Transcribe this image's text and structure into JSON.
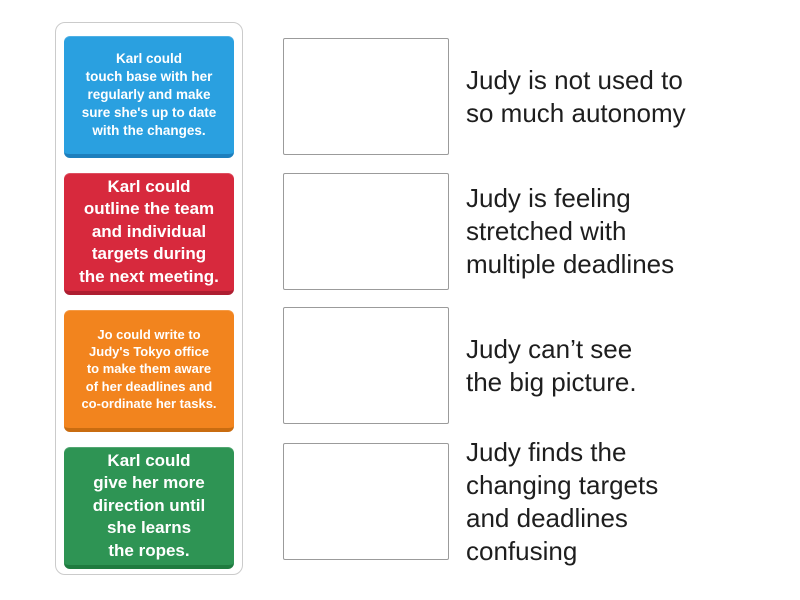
{
  "activity": {
    "type": "match-up"
  },
  "colors": {
    "panel_border": "#cbcbcb",
    "dropzone_border": "#9b9b9b",
    "answer_text": "#1e1e1e",
    "card_text": "#ffffff"
  },
  "pairs": [
    {
      "card_text": "Karl could\ntouch base with her\nregularly and make\nsure she's up to date\nwith the changes.",
      "card_color": "#2aa0e0",
      "card_color_dark": "#1d7fbd",
      "answer_text": "Judy is not used to\nso much autonomy"
    },
    {
      "card_text": "Karl could\noutline the team\nand individual\ntargets during\nthe next meeting.",
      "card_color": "#d7293d",
      "card_color_dark": "#ae1e31",
      "answer_text": "Judy is feeling\nstretched with\nmultiple deadlines"
    },
    {
      "card_text": "Jo could write to\nJudy's Tokyo office\nto make them aware\nof her deadlines and\nco-ordinate her tasks.",
      "card_color": "#f2841e",
      "card_color_dark": "#c96c10",
      "answer_text": "Judy can’t see\nthe big picture."
    },
    {
      "card_text": "Karl could\ngive her more\ndirection until\nshe learns\nthe ropes.",
      "card_color": "#2e9454",
      "card_color_dark": "#1f7b3f",
      "answer_text": "Judy finds the\nchanging targets\nand deadlines\nconfusing"
    }
  ]
}
